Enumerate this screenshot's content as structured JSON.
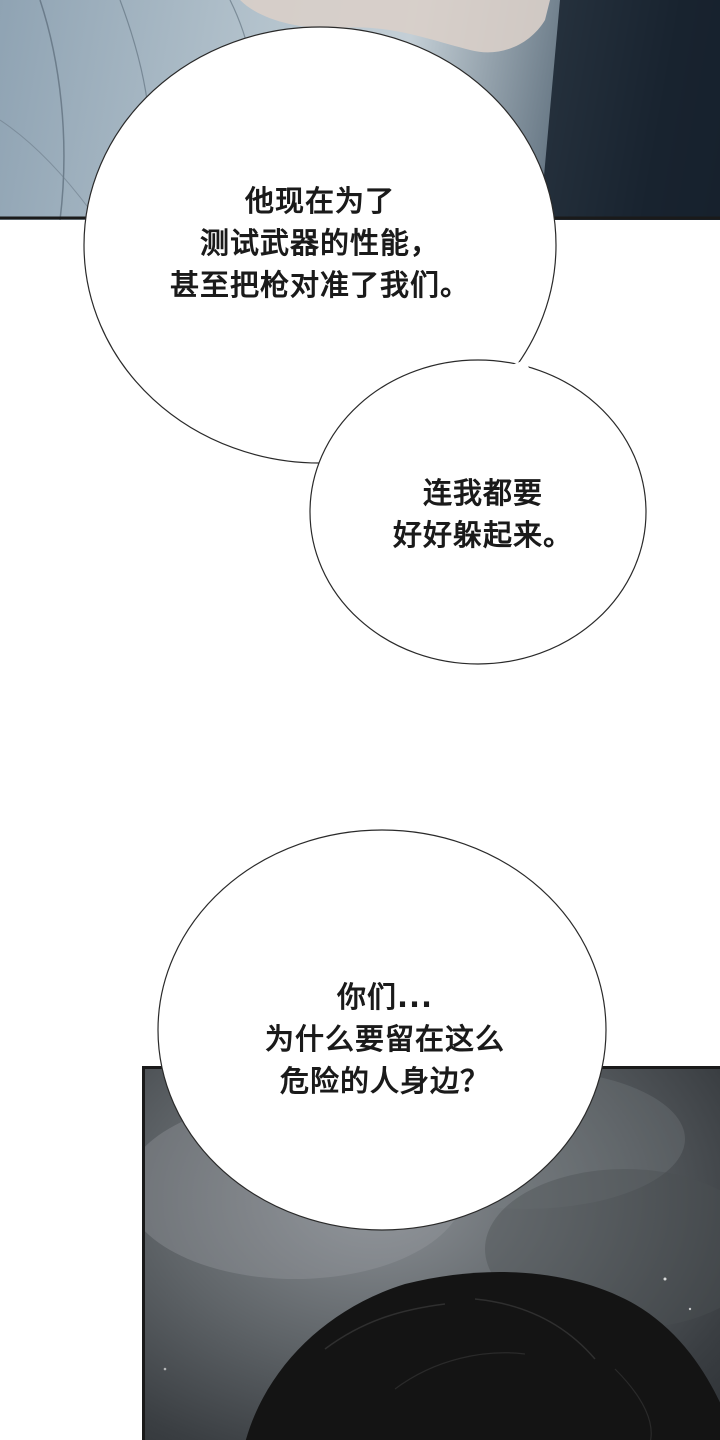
{
  "bubbles": [
    {
      "lines": [
        "他现在为了",
        "测试武器的性能，",
        "甚至把枪对准了我们。"
      ]
    },
    {
      "lines": [
        "连我都要",
        "好好躲起来。"
      ]
    },
    {
      "lines": [
        "你们...",
        "为什么要留在这么",
        "危险的人身边？"
      ]
    }
  ],
  "colors": {
    "background": "#ffffff",
    "bubble_fill": "#ffffff",
    "bubble_outline": "#222222",
    "text": "#1a1a1a"
  }
}
